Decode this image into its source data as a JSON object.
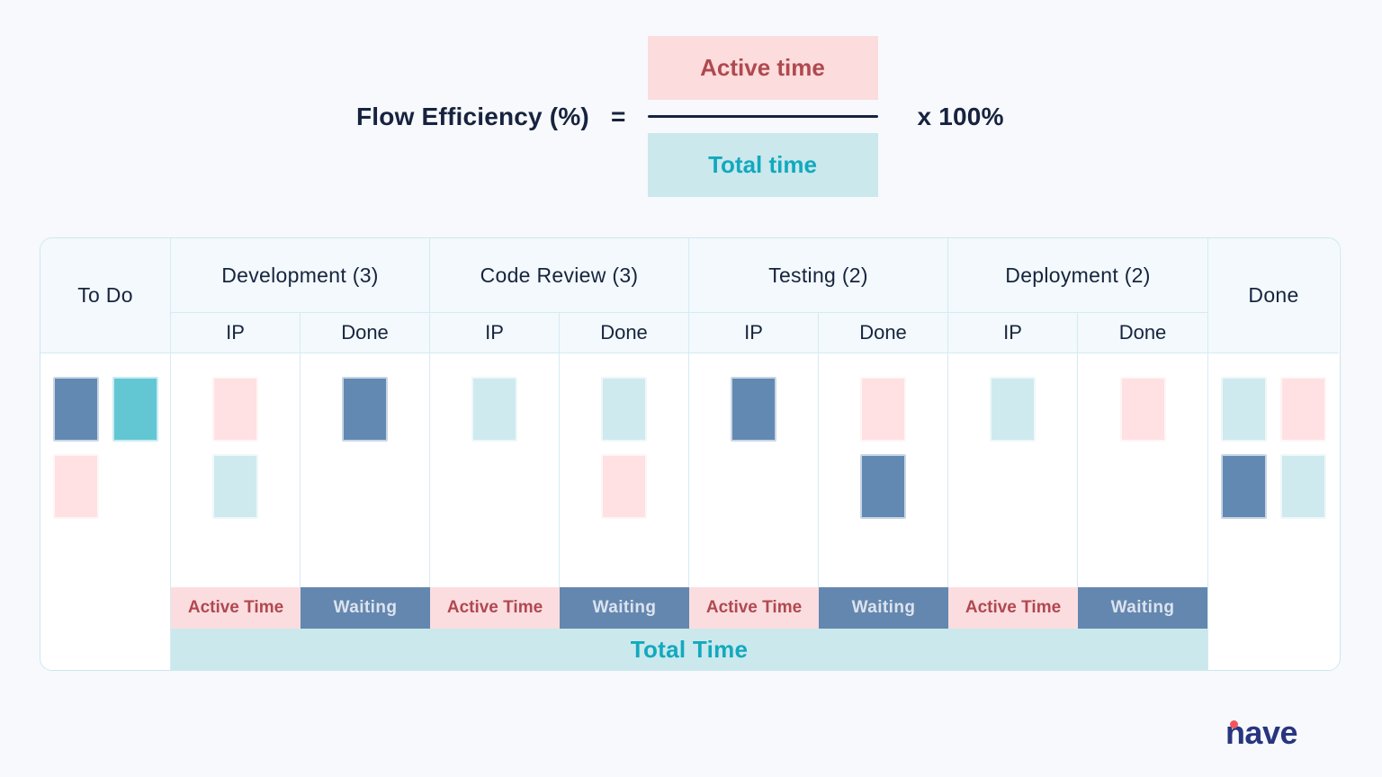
{
  "formula": {
    "lhs": "Flow Efficiency (%)",
    "equals": "=",
    "numerator": "Active time",
    "denominator": "Total time",
    "multiplier": "x 100%"
  },
  "board": {
    "todo": {
      "label": "To Do",
      "cards": [
        "blue",
        "teal",
        "pink"
      ]
    },
    "done": {
      "label": "Done",
      "cards": [
        "paleteal",
        "pink",
        "blue",
        "paleteal"
      ]
    },
    "sublabels": {
      "ip": "IP",
      "done": "Done"
    },
    "stages": [
      {
        "label": "Development (3)",
        "ip_cards": [
          "pink",
          "paleteal"
        ],
        "done_cards": [
          "blue"
        ]
      },
      {
        "label": "Code Review (3)",
        "ip_cards": [
          "paleteal"
        ],
        "done_cards": [
          "paleteal",
          "pink"
        ]
      },
      {
        "label": "Testing (2)",
        "ip_cards": [
          "blue"
        ],
        "done_cards": [
          "pink",
          "blue"
        ]
      },
      {
        "label": "Deployment (2)",
        "ip_cards": [
          "paleteal"
        ],
        "done_cards": [
          "pink"
        ]
      }
    ],
    "footer": {
      "active": "Active Time",
      "waiting": "Waiting",
      "total": "Total Time"
    }
  },
  "colors": {
    "blue": "#6289b2",
    "teal": "#63c7d3",
    "paleteal": "#cfeaee",
    "pink": "#ffe1e3",
    "navy_text": "#17233e",
    "active_text": "#b0494f",
    "total_text": "#12a9bf",
    "waiting_bg": "#6387af",
    "active_bg": "#fbdde0",
    "total_bg": "#cbe8ec"
  },
  "logo": {
    "text": "nave"
  }
}
